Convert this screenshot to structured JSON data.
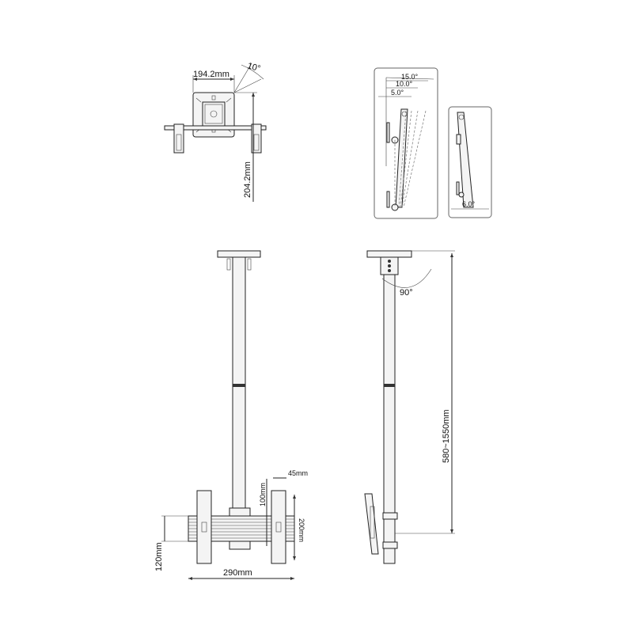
{
  "views": {
    "top_view": {
      "width_label": "194.2mm",
      "height_label": "204.2mm",
      "rotation_label": "10°"
    },
    "tilt_detail": {
      "angles": [
        "15.0°",
        "10.0°",
        "5.0°"
      ]
    },
    "tilt_min_detail": {
      "angle": "6.0°"
    },
    "front_view": {
      "width_label": "290mm",
      "vesa_h_label": "200mm",
      "vesa_v_label": "100mm",
      "offset_label": "45mm",
      "height_label": "120mm"
    },
    "side_view": {
      "swivel_label": "90°",
      "length_label": "580~1550mm"
    }
  }
}
